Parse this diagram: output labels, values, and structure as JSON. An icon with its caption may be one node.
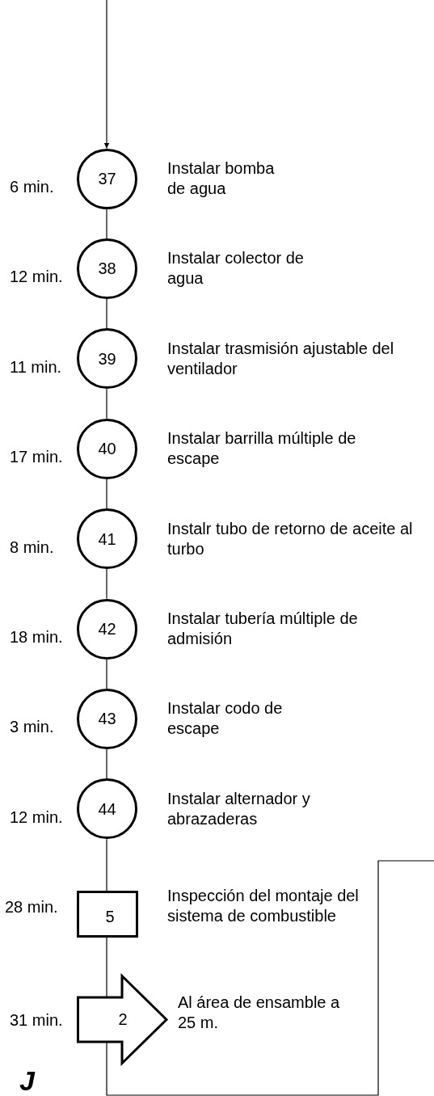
{
  "diagram": {
    "nodes": [
      {
        "text": [
          "37"
        ],
        "beside": [
          "6 min.",
          "Instalar bomba de agua"
        ]
      },
      {
        "text": [
          "38"
        ],
        "beside": [
          "12 min.",
          "Instalar colector de agua"
        ]
      },
      {
        "text": [
          "39"
        ],
        "beside": [
          "11 min.",
          "Instalar trasmisión ajustable del ventilador"
        ]
      },
      {
        "text": [
          "40"
        ],
        "beside": [
          "17 min.",
          "Instalar barrilla múltiple de escape"
        ]
      },
      {
        "text": [
          "41"
        ],
        "beside": [
          "8 min.",
          "Instalr tubo de retorno de aceite al turbo"
        ]
      },
      {
        "text": [
          "42"
        ],
        "beside": [
          "18 min.",
          "Instalar tubería múltiple de admisión"
        ]
      },
      {
        "text": [
          "43"
        ],
        "beside": [
          "3 min.",
          "Instalar codo de escape"
        ]
      },
      {
        "text": [
          "44"
        ],
        "beside": [
          "12 min.",
          "Instalar alternador y abrazaderas"
        ]
      },
      {
        "text": [
          "5"
        ],
        "beside": [
          "28 min.",
          "Inspección del montaje del sistema de combustible"
        ]
      },
      {
        "text": [
          "2"
        ],
        "beside": [
          "31 min.",
          "Al área de ensamble a 25 m."
        ]
      }
    ],
    "edges": [
      {
        "from": null,
        "to": 0,
        "arrow": "to"
      },
      {
        "from": 0,
        "to": 1,
        "arrow": "none"
      },
      {
        "from": 1,
        "to": 2,
        "arrow": "none"
      },
      {
        "from": 2,
        "to": 3,
        "arrow": "none"
      },
      {
        "from": 3,
        "to": 4,
        "arrow": "none"
      },
      {
        "from": 4,
        "to": 5,
        "arrow": "none"
      },
      {
        "from": 5,
        "to": 6,
        "arrow": "none"
      },
      {
        "from": 6,
        "to": 7,
        "arrow": "none"
      },
      {
        "from": 7,
        "to": 8,
        "arrow": "none"
      },
      {
        "from": 8,
        "to": 9,
        "arrow": "none"
      },
      {
        "from": 9,
        "to": null,
        "arrow": "none"
      }
    ],
    "labels": [
      "J"
    ]
  }
}
